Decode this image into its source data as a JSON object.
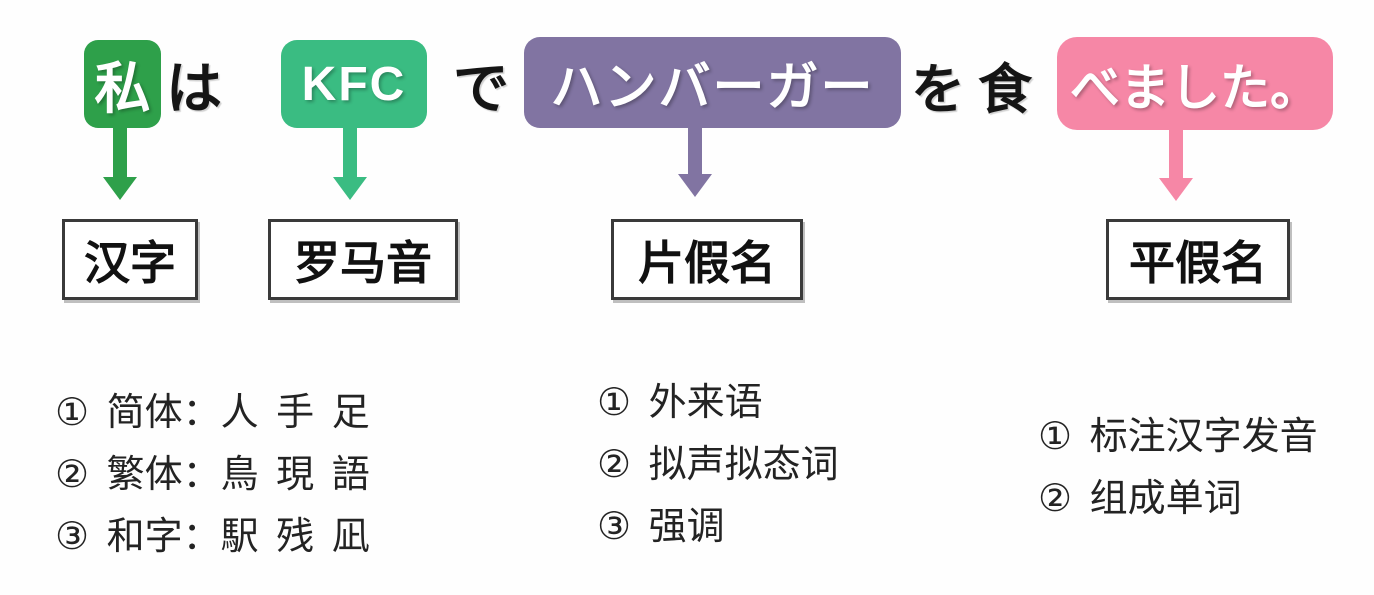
{
  "sentence": {
    "watashi": "私",
    "wa": "は",
    "kfc": "KFC",
    "de": "で",
    "hamburger": "ハンバーガー",
    "wo": "を",
    "shoku": "食",
    "bemashita": "べました。"
  },
  "labels": {
    "kanji": "汉字",
    "romaji": "罗马音",
    "katakana": "片假名",
    "hiragana": "平假名"
  },
  "notes": {
    "kanji": {
      "line1": "① 简体：人 手 足",
      "line2": "② 繁体：鳥 現 語",
      "line3": "③ 和字：駅 残 凪"
    },
    "katakana": {
      "line1": "① 外来语",
      "line2": "② 拟声拟态词",
      "line3": "③ 强调"
    },
    "hiragana": {
      "line1": "① 标注汉字发音",
      "line2": "② 组成单词"
    }
  },
  "colors": {
    "kanji_green": "#2EA04A",
    "romaji_teal": "#3ABC82",
    "katakana_purple": "#8174A2",
    "hiragana_pink": "#F687A6"
  }
}
